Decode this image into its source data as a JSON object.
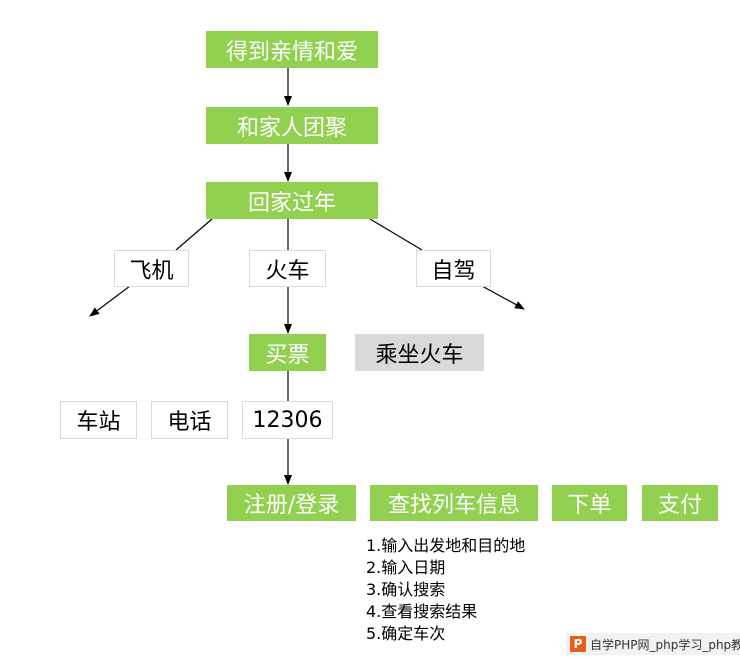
{
  "flowchart": {
    "node_family_love": "得到亲情和爱",
    "node_reunion": "和家人团聚",
    "node_new_year": "回家过年",
    "node_plane": "飞机",
    "node_train": "火车",
    "node_drive": "自驾",
    "node_buy_ticket": "买票",
    "node_ride_train": "乘坐火车",
    "node_station": "车站",
    "node_phone": "电话",
    "node_12306": "12306",
    "node_register": "注册/登录",
    "node_search": "查找列车信息",
    "node_order": "下单",
    "node_pay": "支付"
  },
  "steps": [
    "1.输入出发地和目的地",
    "2.输入日期",
    "3.确认搜索",
    "4.查看搜索结果",
    "5.确定车次"
  ],
  "watermark": {
    "logo_letter": "P",
    "text": "自学PHP网_php学习_php教程"
  },
  "colors": {
    "node_green": "#92d050",
    "node_gray": "#d9d9d9",
    "border": "#d9d9d9"
  }
}
